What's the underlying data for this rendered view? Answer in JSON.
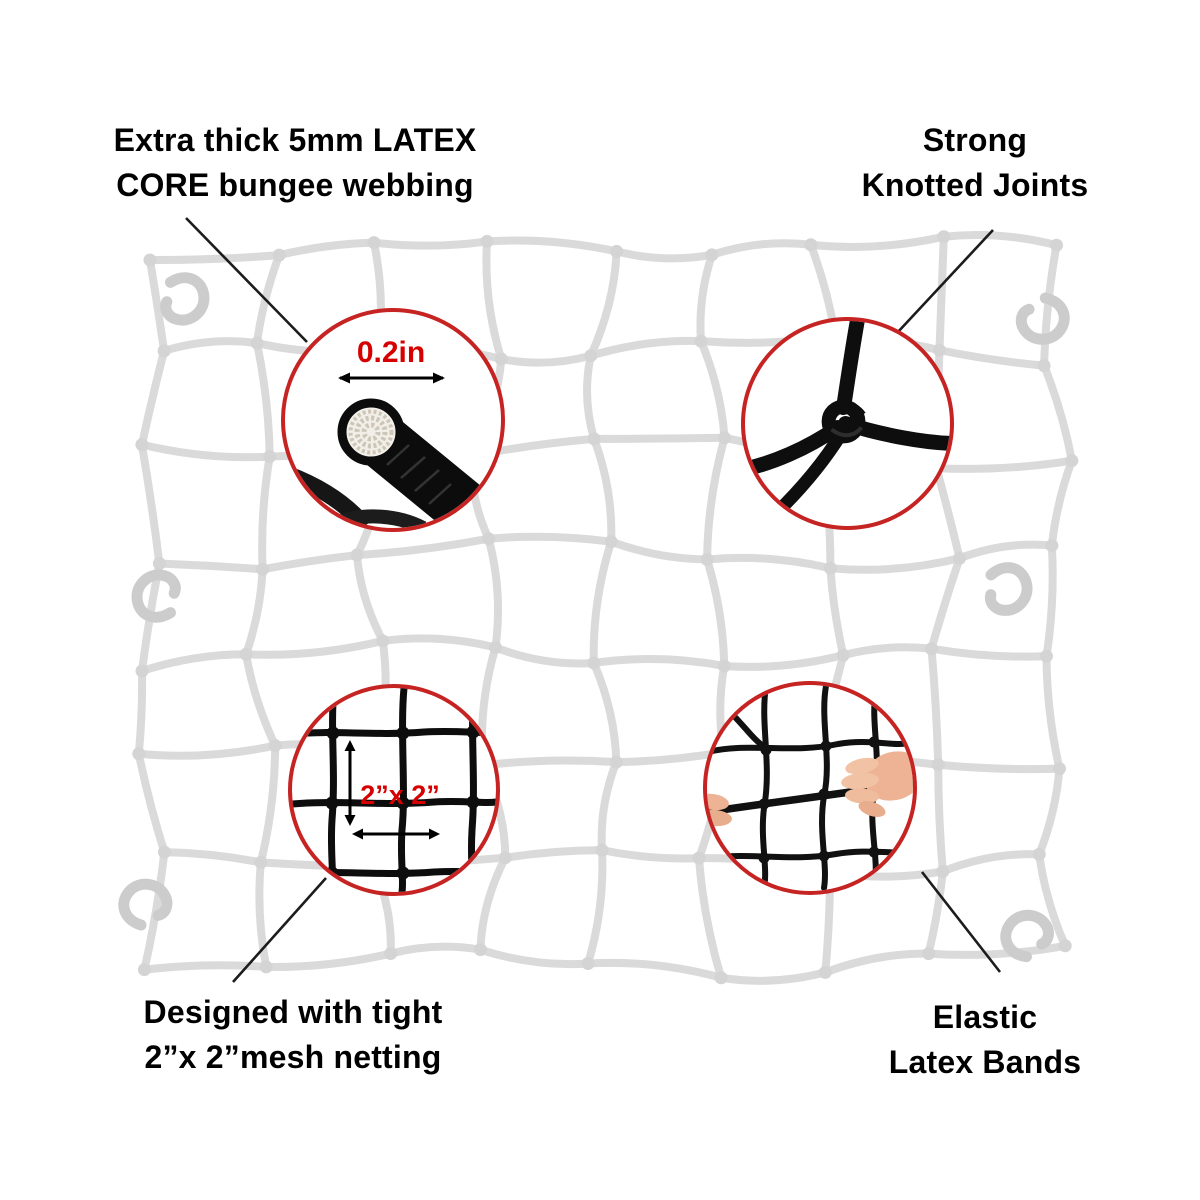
{
  "colors": {
    "accent_red": "#c62323",
    "detail_red": "#d60000",
    "net_gray": "#dadada",
    "text": "#000000"
  },
  "background": {
    "image_name": "faded-cargo-net-with-hooks"
  },
  "callouts": {
    "top_left": {
      "label_line1": "Extra thick 5mm LATEX",
      "label_line2": "CORE bungee webbing",
      "detail_label": "0.2in",
      "image_name": "bungee-cord-cross-section-photo"
    },
    "top_right": {
      "label_line1": "Strong",
      "label_line2": "Knotted Joints",
      "image_name": "knotted-joint-photo"
    },
    "bottom_left": {
      "label_line1": "Designed with tight",
      "label_line2": "2”x 2”mesh netting",
      "detail_label": "2”x 2”",
      "image_name": "mesh-grid-photo"
    },
    "bottom_right": {
      "label_line1": "Elastic",
      "label_line2": "Latex Bands",
      "image_name": "hands-stretching-net-photo"
    }
  }
}
